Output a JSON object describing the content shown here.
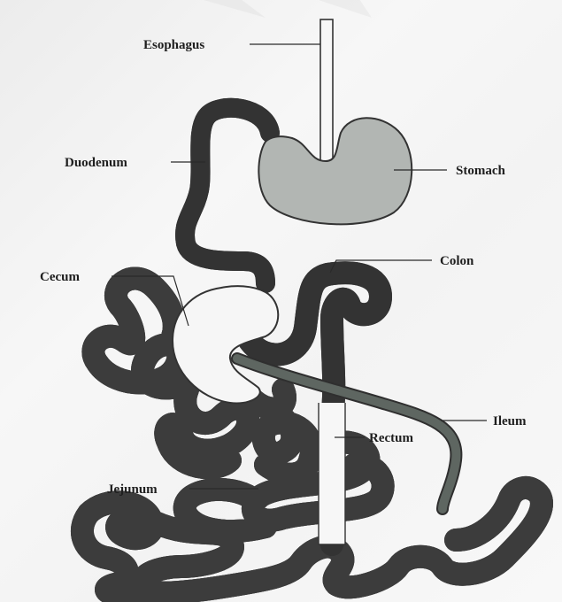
{
  "diagram": {
    "labels": {
      "esophagus": "Esophagus",
      "duodenum": "Duodenum",
      "stomach": "Stomach",
      "colon": "Colon",
      "cecum": "Cecum",
      "ileum": "Ileum",
      "rectum": "Rectum",
      "jejunum": "Jejunum"
    },
    "colors": {
      "organ_fill": "#b4b8b5",
      "organ_outline": "#3a3a3a",
      "ileum": "#5e6661",
      "tube_interior": "#f4f4f4"
    }
  }
}
